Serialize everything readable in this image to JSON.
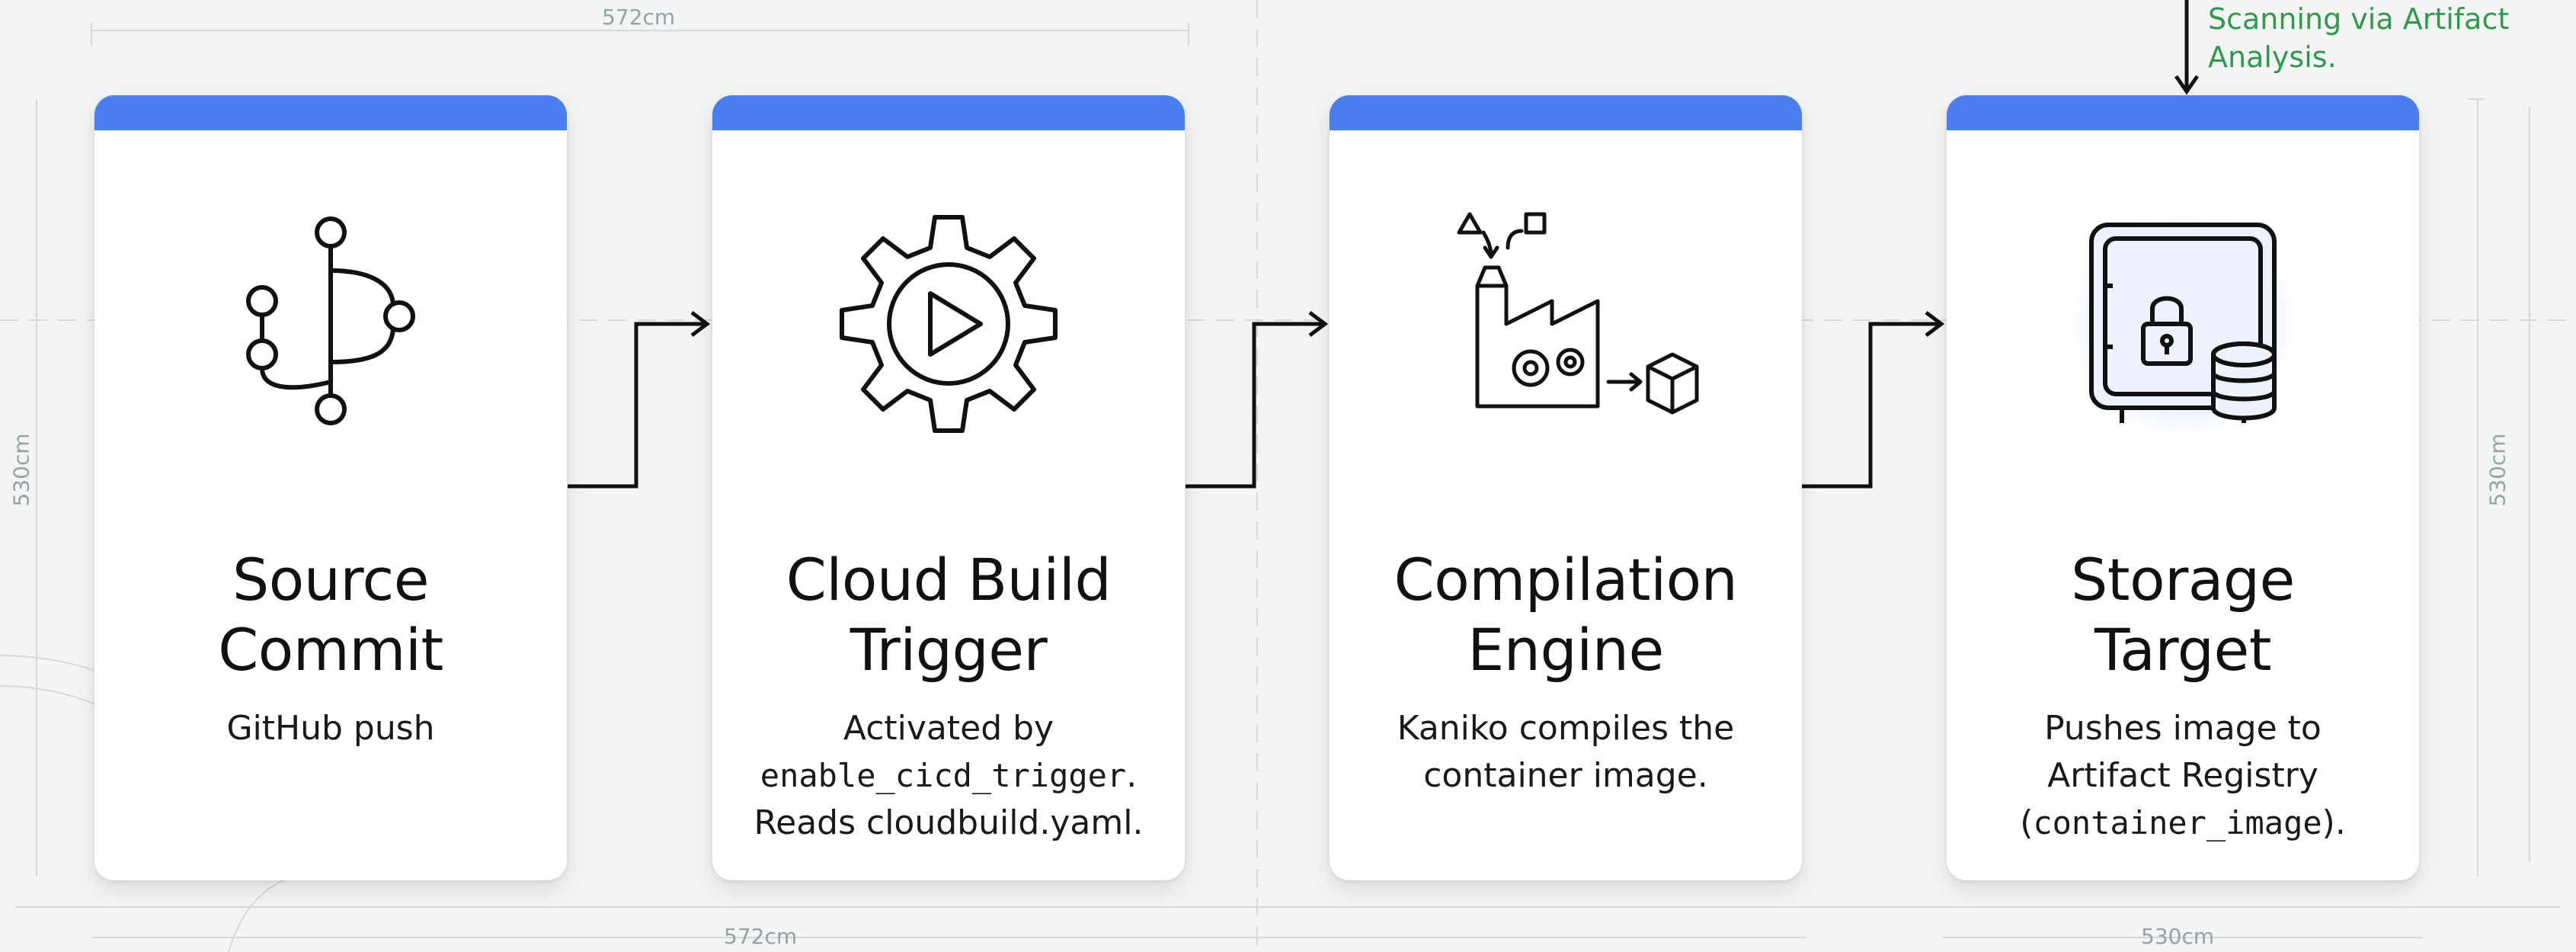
{
  "dimensions": {
    "top": "572cm",
    "bottom_left": "572cm",
    "bottom_right": "530cm",
    "left_height": "530cm",
    "right_height": "530cm"
  },
  "annotation": {
    "text_line1": "Scanning via Artifact",
    "text_line2": "Analysis.",
    "color": "#2e9a4b"
  },
  "colors": {
    "card_bar": "#4a7df0",
    "background": "#f3f4f4",
    "connector": "#111111"
  },
  "stages": [
    {
      "icon": "git-branch-icon",
      "title_line1": "Source",
      "title_line2": "Commit",
      "desc_line1": "GitHub push"
    },
    {
      "icon": "gear-play-icon",
      "title_line1": "Cloud Build",
      "title_line2": "Trigger",
      "desc_line1": "Activated by",
      "desc_code": "enable_cicd_trigger",
      "desc_after_code": ".",
      "desc_line3": "Reads cloudbuild.yaml."
    },
    {
      "icon": "factory-icon",
      "title_line1": "Compilation",
      "title_line2": "Engine",
      "desc_line1": "Kaniko compiles the",
      "desc_line2": "container image."
    },
    {
      "icon": "vault-database-icon",
      "title_line1": "Storage",
      "title_line2": "Target",
      "desc_line1": "Pushes image to",
      "desc_line2": "Artifact Registry",
      "desc_code_open": "(",
      "desc_code": "container_image",
      "desc_code_close": ")."
    }
  ]
}
